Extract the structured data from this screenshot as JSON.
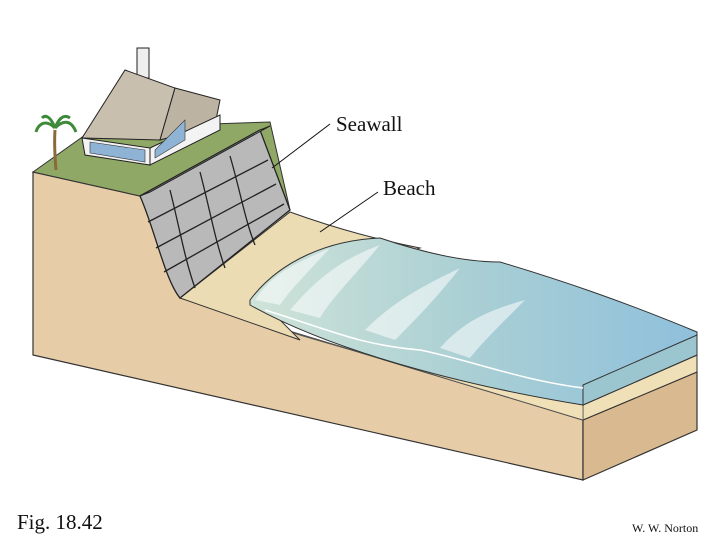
{
  "labels": {
    "seawall": "Seawall",
    "beach": "Beach"
  },
  "caption": "Fig. 18.42",
  "credit": "W. W. Norton",
  "colors": {
    "sediment": "#e6cda8",
    "sand": "#efe0b8",
    "water": "#a9cfd4",
    "grass": "#8fa865",
    "stone": "#b9b9b9"
  }
}
